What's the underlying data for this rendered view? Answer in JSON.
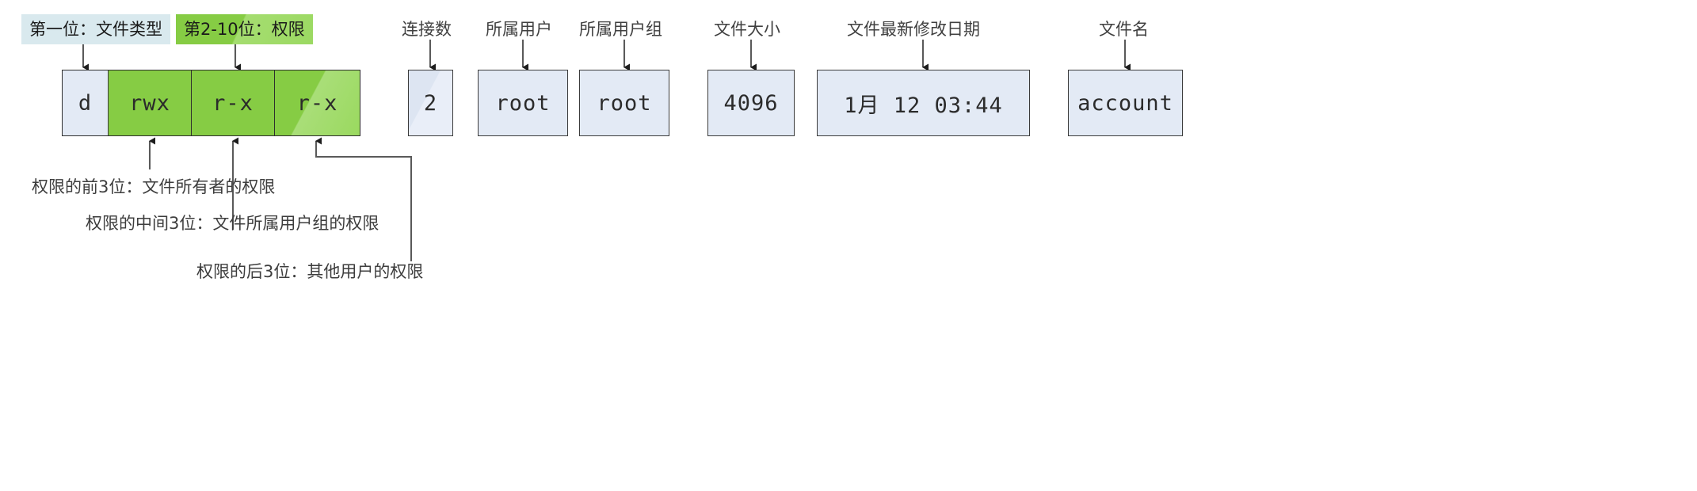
{
  "diagram": {
    "title_labels": [
      {
        "id": "file-type",
        "text": "第一位：文件类型",
        "style": "cyan"
      },
      {
        "id": "permission-bits",
        "text": "第2-10位：权限",
        "style": "green"
      },
      {
        "id": "link-count",
        "text": "连接数",
        "style": "plain"
      },
      {
        "id": "owner-user",
        "text": "所属用户",
        "style": "plain"
      },
      {
        "id": "owner-group",
        "text": "所属用户组",
        "style": "plain"
      },
      {
        "id": "file-size",
        "text": "文件大小",
        "style": "plain"
      },
      {
        "id": "modify-date",
        "text": "文件最新修改日期",
        "style": "plain"
      },
      {
        "id": "file-name",
        "text": "文件名",
        "style": "plain"
      }
    ],
    "permission_strip": {
      "type_char": "d",
      "owner_perm": "rwx",
      "group_perm": "r-x",
      "other_perm": "r-x"
    },
    "value_boxes": [
      {
        "id": "link-count",
        "value": "2"
      },
      {
        "id": "owner-user",
        "value": "root"
      },
      {
        "id": "owner-group",
        "value": "root"
      },
      {
        "id": "file-size",
        "value": "4096"
      },
      {
        "id": "modify-date",
        "value": "1月  12 03:44"
      },
      {
        "id": "file-name",
        "value": "account"
      }
    ],
    "notes": [
      {
        "id": "owner-note",
        "text": "权限的前3位：文件所有者的权限"
      },
      {
        "id": "group-note",
        "text": "权限的中间3位：文件所属用户组的权限"
      },
      {
        "id": "other-note",
        "text": "权限的后3位：其他用户的权限"
      }
    ],
    "colors": {
      "permission_green": "#86cc44",
      "label_cyan": "#d9e9ee",
      "box_blue": "#e3eaf5",
      "stroke": "#3b3b3b"
    }
  }
}
